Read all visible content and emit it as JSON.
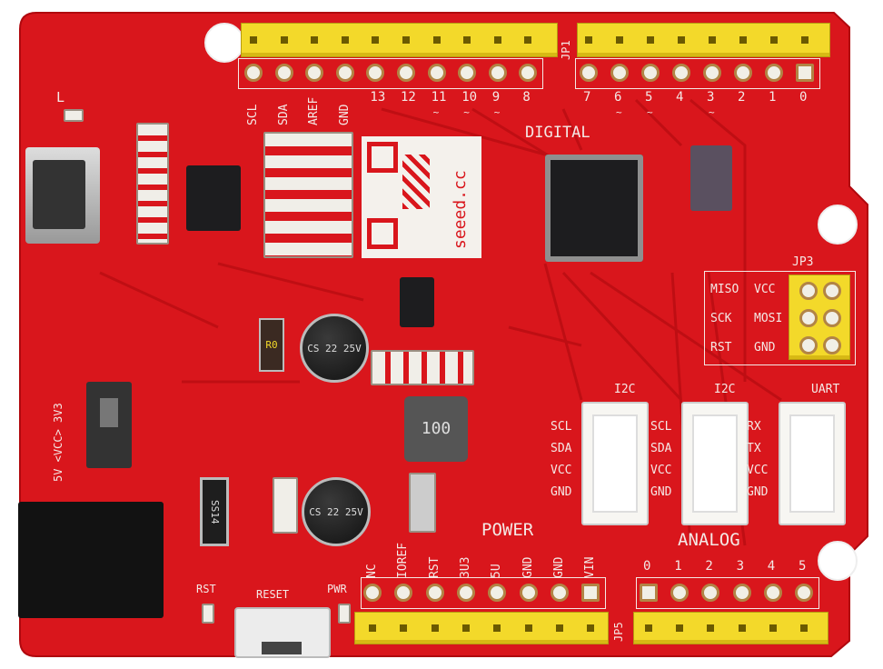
{
  "colors": {
    "board": "#d9161c",
    "silkscreen": "#f4e9e6",
    "header": "#f3d92a"
  },
  "headers": {
    "top_left": {
      "labels": [
        "SCL",
        "SDA",
        "AREF",
        "GND",
        "13",
        "12",
        "11",
        "10",
        "9",
        "8"
      ],
      "pwm_marks": [
        "11",
        "10",
        "9"
      ]
    },
    "top_right": {
      "name": "JP1",
      "labels": [
        "7",
        "6",
        "5",
        "4",
        "3",
        "2",
        "1",
        "0"
      ],
      "pwm_marks": [
        "6",
        "5",
        "3"
      ]
    },
    "power": {
      "name": "JP5",
      "title": "POWER",
      "labels": [
        "NC",
        "IOREF",
        "RST",
        "3U3",
        "5U",
        "GND",
        "GND",
        "VIN"
      ]
    },
    "analog": {
      "title": "ANALOG",
      "labels": [
        "0",
        "1",
        "2",
        "3",
        "4",
        "5"
      ]
    }
  },
  "digital_title": "DIGITAL",
  "led_label": "L",
  "qr_text": "seeed.cc",
  "icsp": {
    "name": "JP3",
    "labels": [
      "MISO",
      "VCC",
      "SCK",
      "MOSI",
      "RST",
      "GND"
    ]
  },
  "grove": [
    {
      "title": "I2C",
      "pins": [
        "SCL",
        "SDA",
        "VCC",
        "GND"
      ]
    },
    {
      "title": "I2C",
      "pins": [
        "SCL",
        "SDA",
        "VCC",
        "GND"
      ]
    },
    {
      "title": "UART",
      "pins": [
        "RX",
        "TX",
        "VCC",
        "GND"
      ]
    }
  ],
  "voltage_switch_label": "5V <VCC> 3V3",
  "reset_label": "RESET",
  "rst_led_label": "RST",
  "pwr_label": "PWR",
  "cap1": "CS 22 25V",
  "cap2": "CS 22 25V",
  "inductor": "100",
  "diode": "SS14",
  "resistor": "R0"
}
